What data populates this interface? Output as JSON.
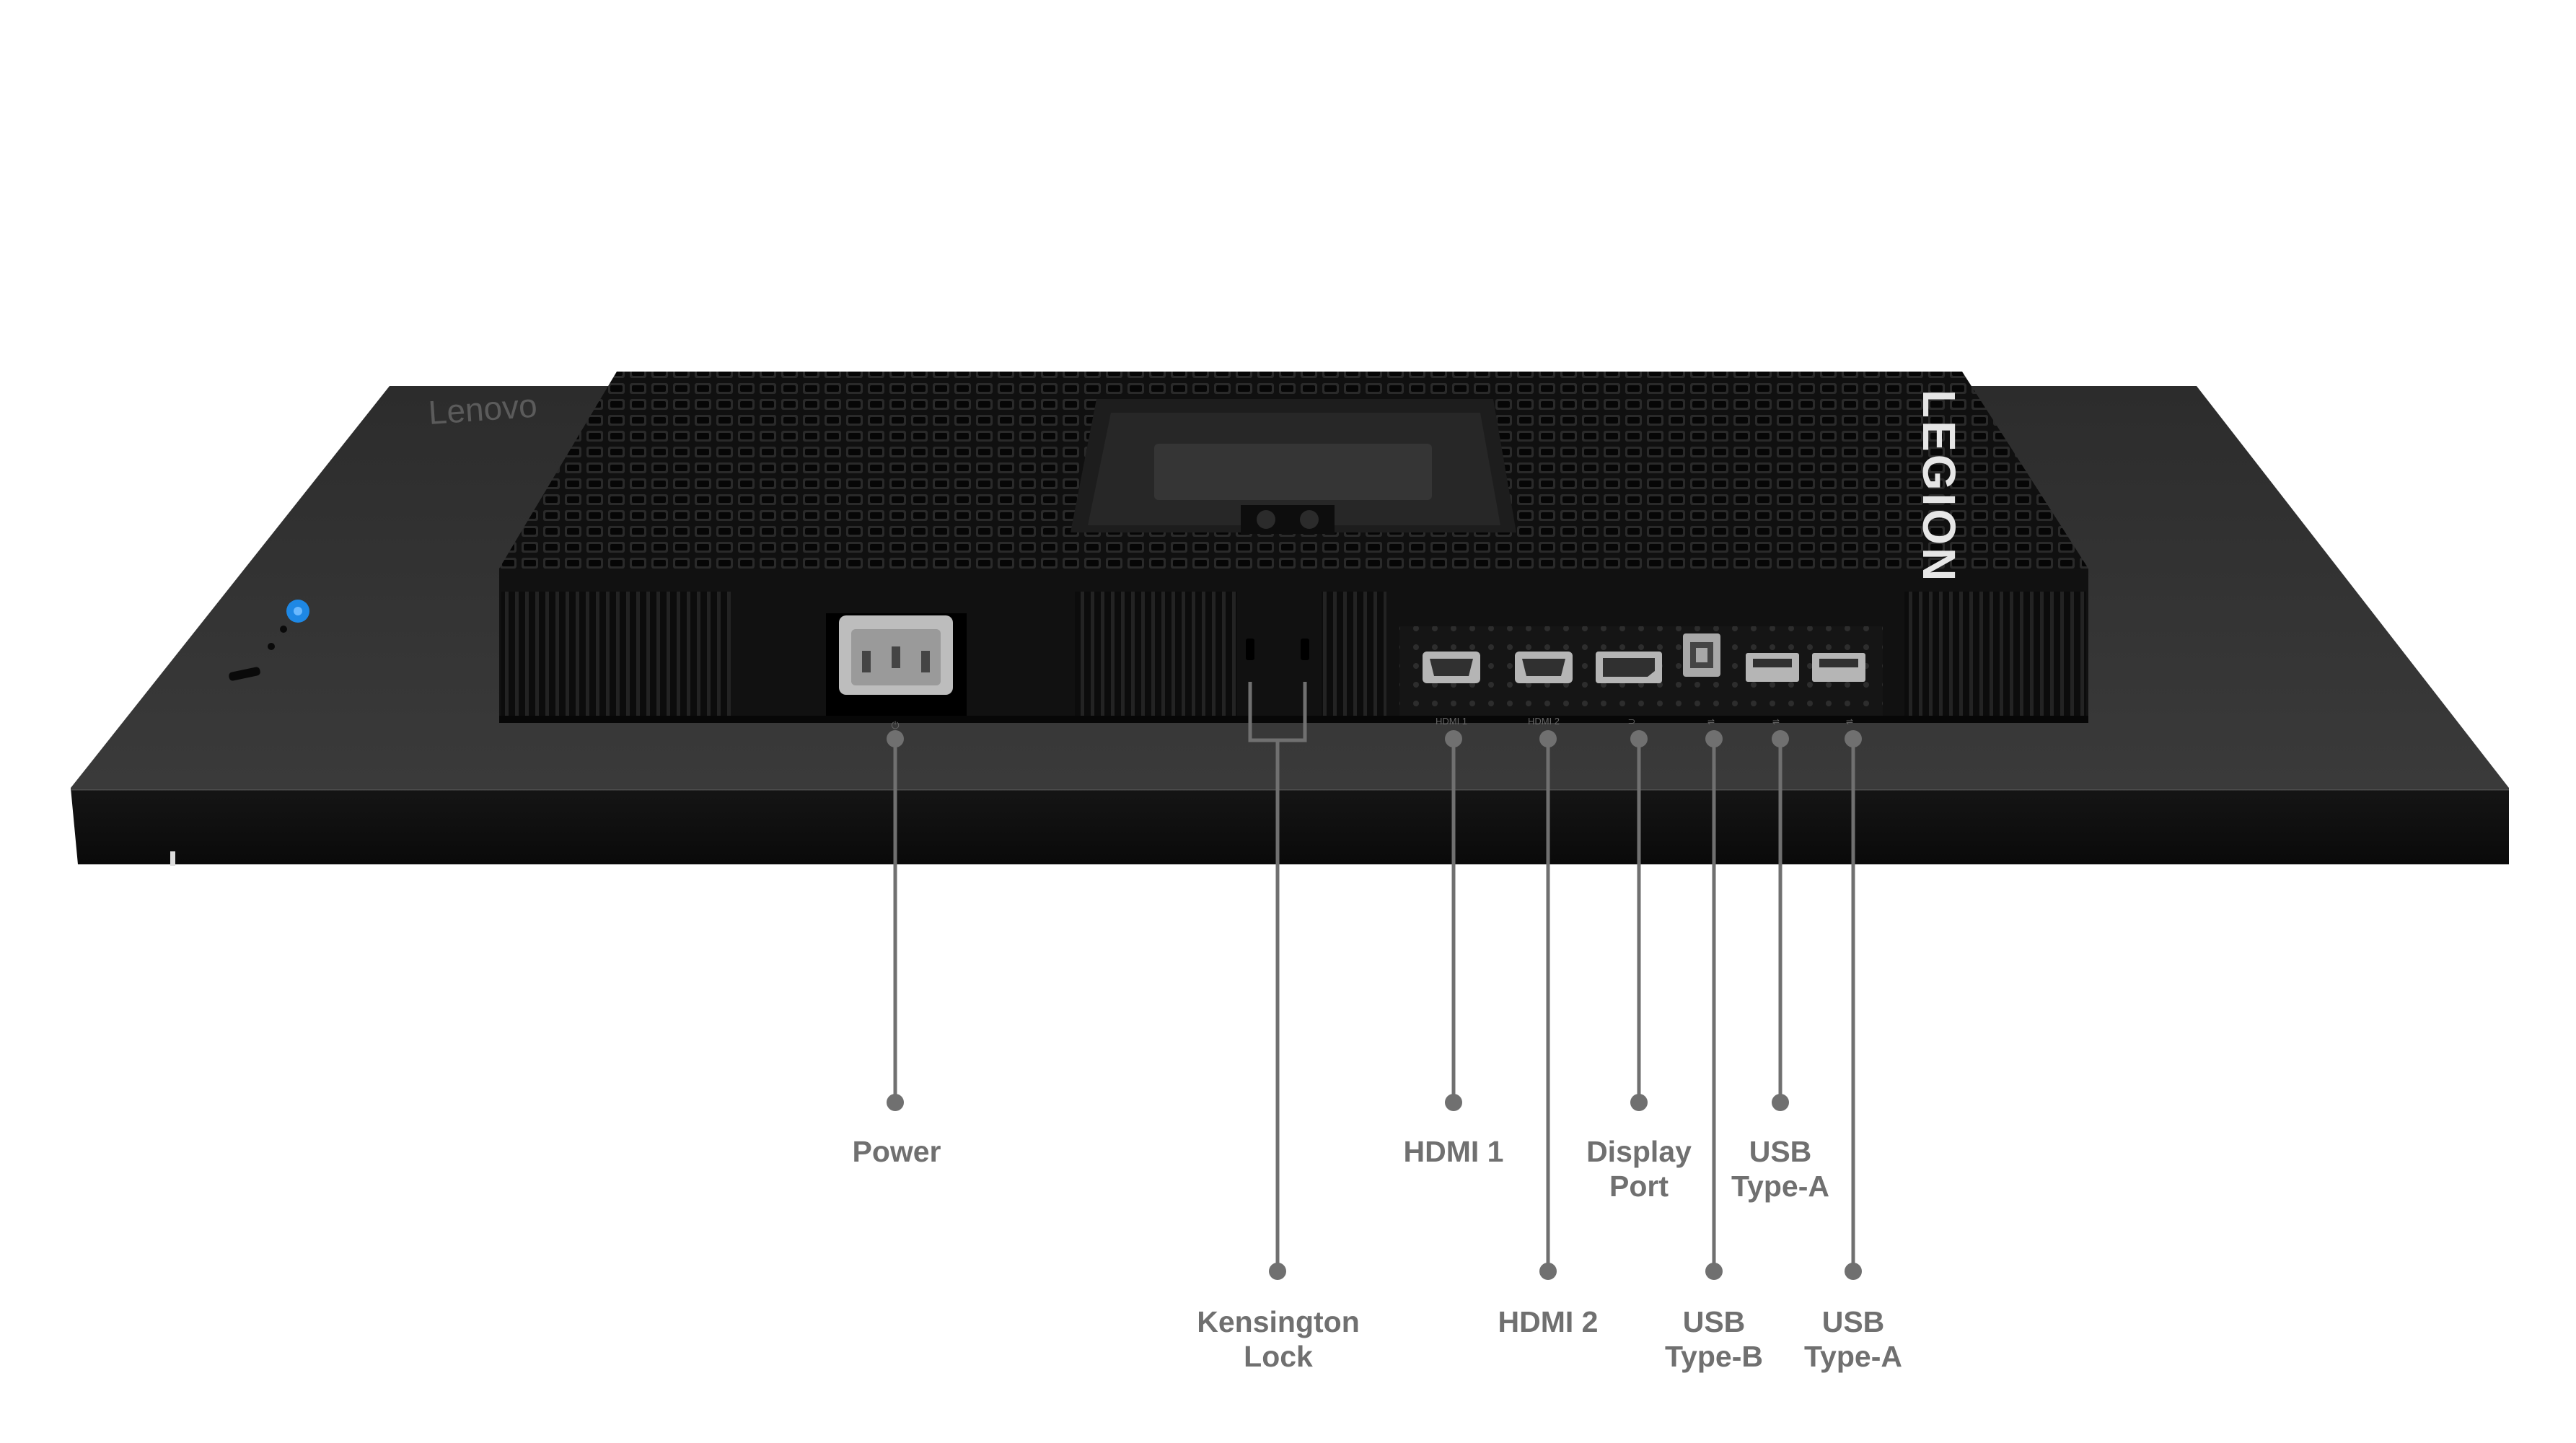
{
  "product": {
    "bezel_brand": "Lenovo",
    "back_brand": "LEGION",
    "accent_color": "#1e88e5",
    "body_color": "#1c1c1c",
    "leader_color": "#707070"
  },
  "port_silkscreen": [
    "HDMI 1",
    "HDMI 2"
  ],
  "callouts": [
    {
      "id": "power",
      "lines": [
        "Power"
      ]
    },
    {
      "id": "kensington-lock",
      "lines": [
        "Kensington",
        "Lock"
      ]
    },
    {
      "id": "hdmi-1",
      "lines": [
        "HDMI 1"
      ]
    },
    {
      "id": "hdmi-2",
      "lines": [
        "HDMI 2"
      ]
    },
    {
      "id": "display-port",
      "lines": [
        "Display",
        "Port"
      ]
    },
    {
      "id": "usb-type-b",
      "lines": [
        "USB",
        "Type-B"
      ]
    },
    {
      "id": "usb-type-a-upper",
      "lines": [
        "USB",
        "Type-A"
      ]
    },
    {
      "id": "usb-type-a-lower",
      "lines": [
        "USB",
        "Type-A"
      ]
    }
  ]
}
